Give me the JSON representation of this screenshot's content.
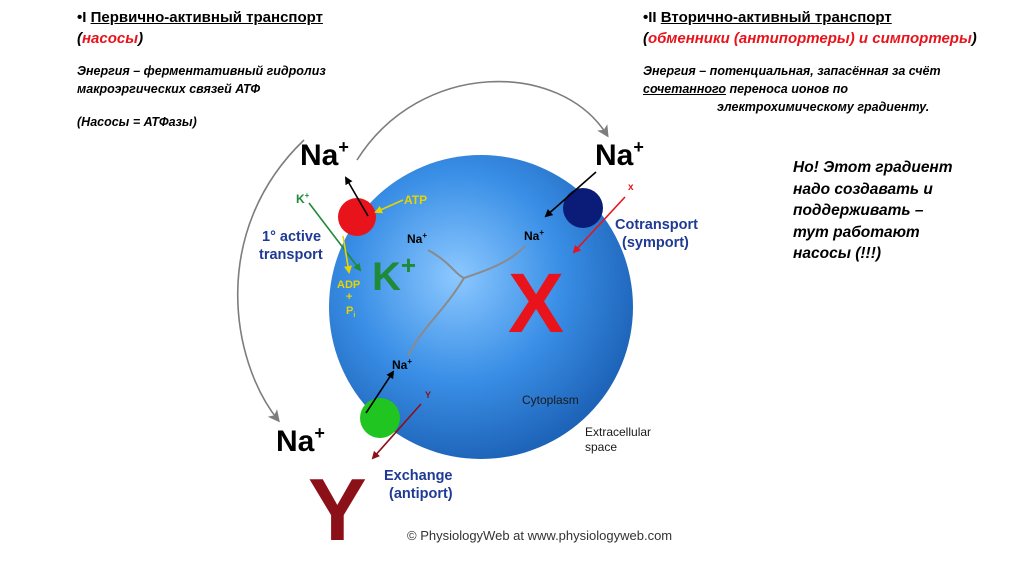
{
  "left_panel": {
    "bullet": "•",
    "heading_prefix": "I ",
    "heading": "Первично-активный транспорт",
    "open_paren": "(",
    "subheading": "насосы",
    "close_paren": ")",
    "energy_line1": "Энергия – ферментативный  гидролиз",
    "energy_line2": "макроэргических  связей АТФ",
    "pumps_note": "(Насосы = АТФазы)"
  },
  "right_panel": {
    "bullet": "•",
    "heading_prefix": "II ",
    "heading": "Вторично-активный транспорт",
    "open_paren": "(",
    "subheading": "обменники (антипортеры) и симпортеры",
    "close_paren": ")",
    "energy_line1": "Энергия – потенциальная, запасённая за счёт",
    "energy_line2_under": "сочетанного",
    "energy_line2_rest": " переноса ионов по",
    "energy_line3": "электрохимическому градиенту."
  },
  "side_note": {
    "line1": "Но! Этот градиент",
    "line2": "надо создавать и",
    "line3": "поддерживать –",
    "line4": "тут работают",
    "line5": "насосы (!!!)"
  },
  "diagram": {
    "na_label": "Na",
    "plus": "+",
    "k": "K",
    "atp": "ATP",
    "adp": "ADP",
    "p": "P",
    "p_sub": "i",
    "x_small": "x",
    "y_small": "Y",
    "big_k": "K",
    "big_x": "X",
    "big_y": "Y",
    "primary_label1": "1° active",
    "primary_label2": "transport",
    "cotransport1": "Cotransport",
    "cotransport2": "(symport)",
    "exchange1": "Exchange",
    "exchange2": "(antiport)",
    "cytoplasm": "Cytoplasm",
    "extracellular1": "Extracellular",
    "extracellular2": "space",
    "credit": "© PhysiologyWeb at www.physiologyweb.com"
  },
  "colors": {
    "cell": "#3a8fe6",
    "pump": "#e8131b",
    "symporter": "#0b1c78",
    "antiporter": "#21c521",
    "k_green": "#1f8a3a",
    "atp_yellow": "#f2e000",
    "label_blue": "#1f3a94",
    "x_red": "#e8131b",
    "y_maroon": "#8c1018"
  }
}
